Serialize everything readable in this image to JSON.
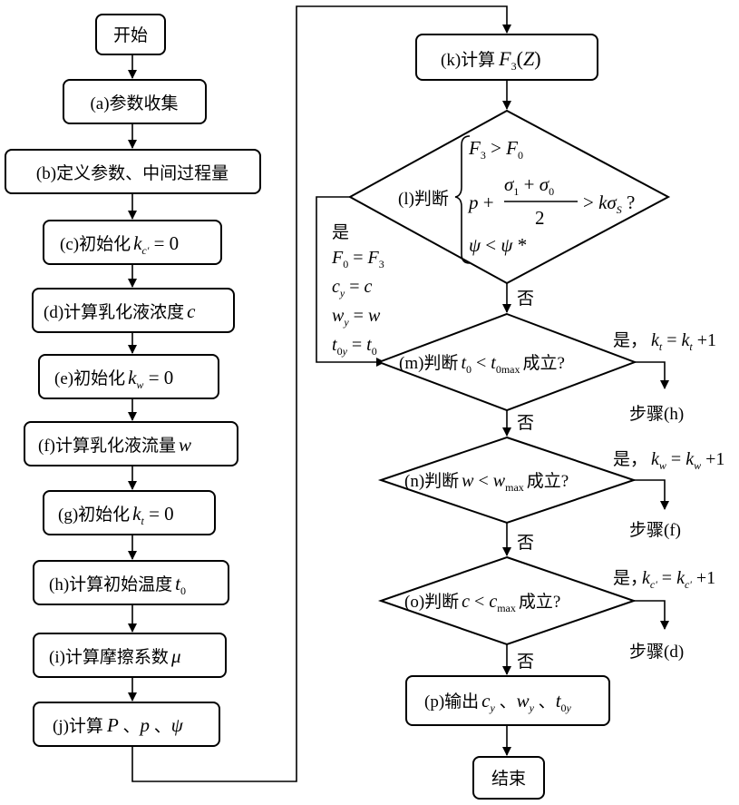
{
  "left_column": {
    "start": "开始",
    "a": "(a)参数收集",
    "b": "(b)定义参数、中间过程量",
    "c": "(c)初始化",
    "d": "(d)计算乳化液浓度",
    "e": "(e)初始化",
    "f": "(f)计算乳化液流量",
    "g": "(g)初始化",
    "h": "(h)计算初始温度",
    "i": "(i)计算摩擦系数",
    "j": "(j)计算"
  },
  "right_column": {
    "k": "(k)计算",
    "l": "(l)判断",
    "m": "(m)判断",
    "m_suffix": "成立?",
    "n": "(n)判断",
    "n_suffix": "成立?",
    "o": "(o)判断",
    "o_suffix": "成立?",
    "p": "(p)输出",
    "end": "结束"
  },
  "labels": {
    "yes": "是",
    "no": "否",
    "yes_comma": "是，",
    "step_h": "步骤(h)",
    "step_f": "步骤(f)",
    "step_d": "步骤(d)"
  }
}
